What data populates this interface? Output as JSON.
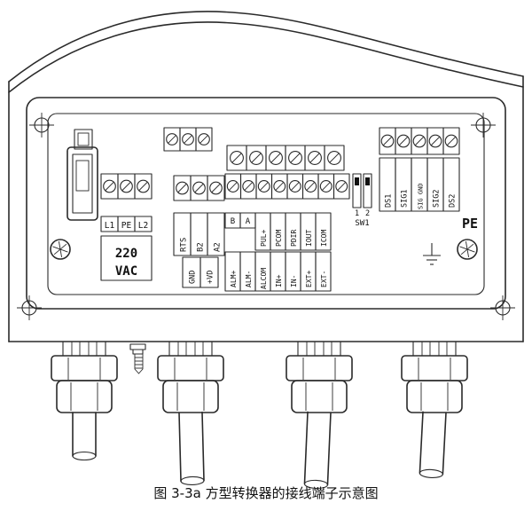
{
  "caption": "图 3-3a 方型转换器的接线端子示意图",
  "colors": {
    "line": "#2a2a2a",
    "background": "#ffffff"
  },
  "power_block": {
    "terminal_labels": [
      "L1",
      "PE",
      "L2"
    ],
    "voltage": [
      "220",
      "VAC"
    ]
  },
  "comm_block": {
    "labels": [
      "RTS",
      "B2",
      "A2"
    ],
    "aux_labels": [
      "GND",
      "+VD"
    ]
  },
  "io_block": {
    "upper_labels": [
      "B",
      "A",
      "PUL+",
      "PCOM",
      "PDIR",
      "IOUT",
      "ICOM"
    ],
    "lower_labels": [
      "ALM+",
      "ALM-",
      "ALCOM",
      "IN+",
      "IN-",
      "EXT+",
      "EXT-"
    ]
  },
  "sensor_block": {
    "labels": [
      "DS1",
      "SIG1",
      "SIG GND",
      "SIG2",
      "DS2"
    ]
  },
  "dip_switch": {
    "position_labels": [
      "1",
      "2"
    ],
    "name": "SW1"
  },
  "grounding": {
    "label": "PE"
  }
}
